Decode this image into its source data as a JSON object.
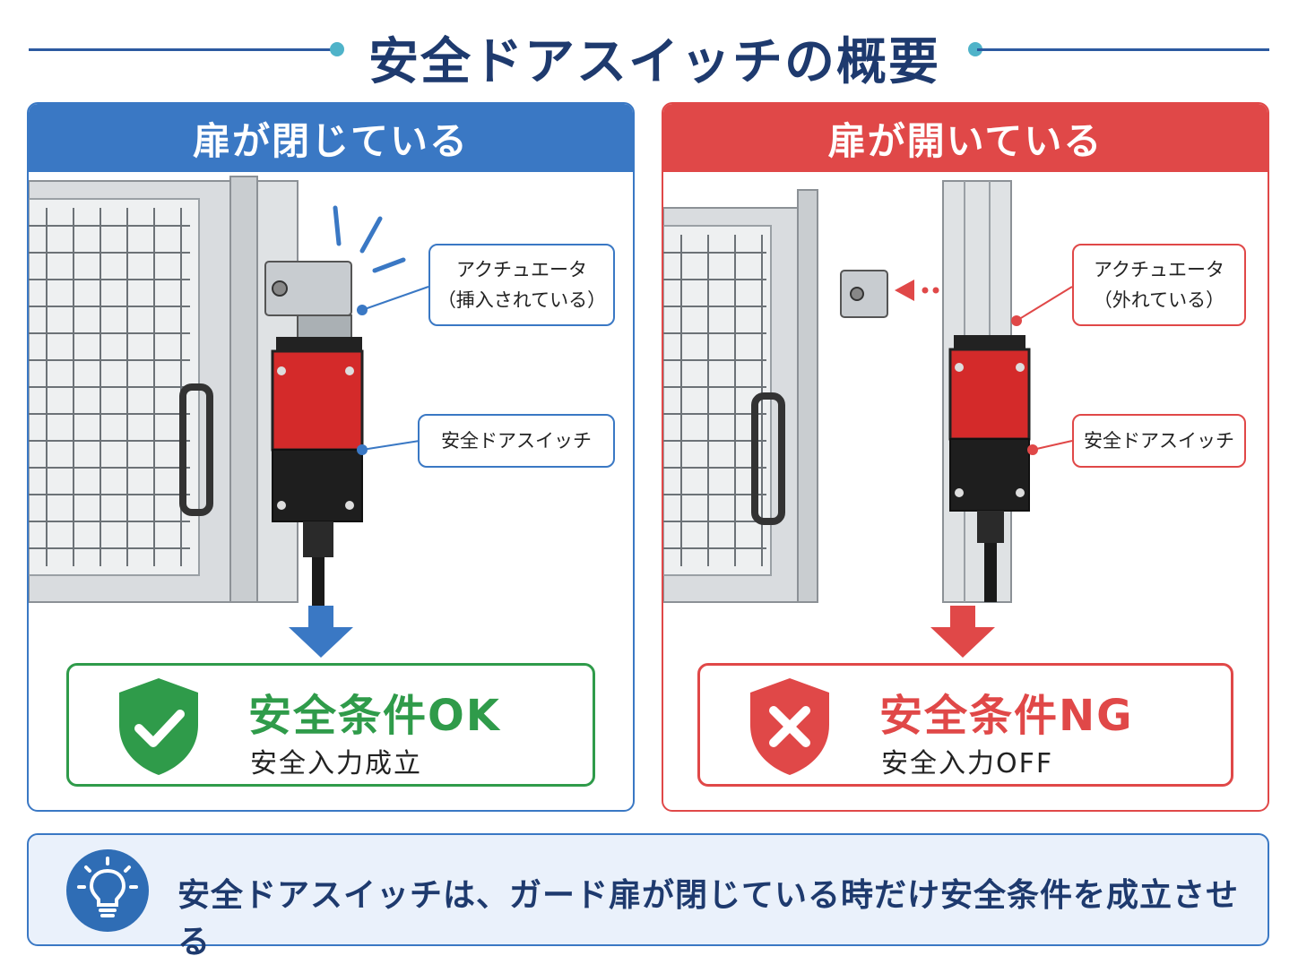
{
  "title": "安全ドアスイッチの概要",
  "panels": {
    "closed": {
      "header": "扉が閉じている",
      "callout_actuator_line1": "アクチュエータ",
      "callout_actuator_line2": "（挿入されている）",
      "callout_switch": "安全ドアスイッチ",
      "result_main": "安全条件OK",
      "result_sub": "安全入力成立",
      "status_icon": "check-shield-icon",
      "color": "#2f9b4a"
    },
    "open": {
      "header": "扉が開いている",
      "callout_actuator_line1": "アクチュエータ",
      "callout_actuator_line2": "（外れている）",
      "callout_switch": "安全ドアスイッチ",
      "result_main": "安全条件NG",
      "result_sub": "安全入力OFF",
      "status_icon": "cross-shield-icon",
      "color": "#e04848"
    }
  },
  "footer": {
    "icon": "lightbulb-icon",
    "text": "安全ドアスイッチは、ガード扉が閉じている時だけ安全条件を成立させる"
  },
  "colors": {
    "closed_accent": "#3a78c4",
    "open_accent": "#e04848",
    "title": "#1e3a6e"
  }
}
